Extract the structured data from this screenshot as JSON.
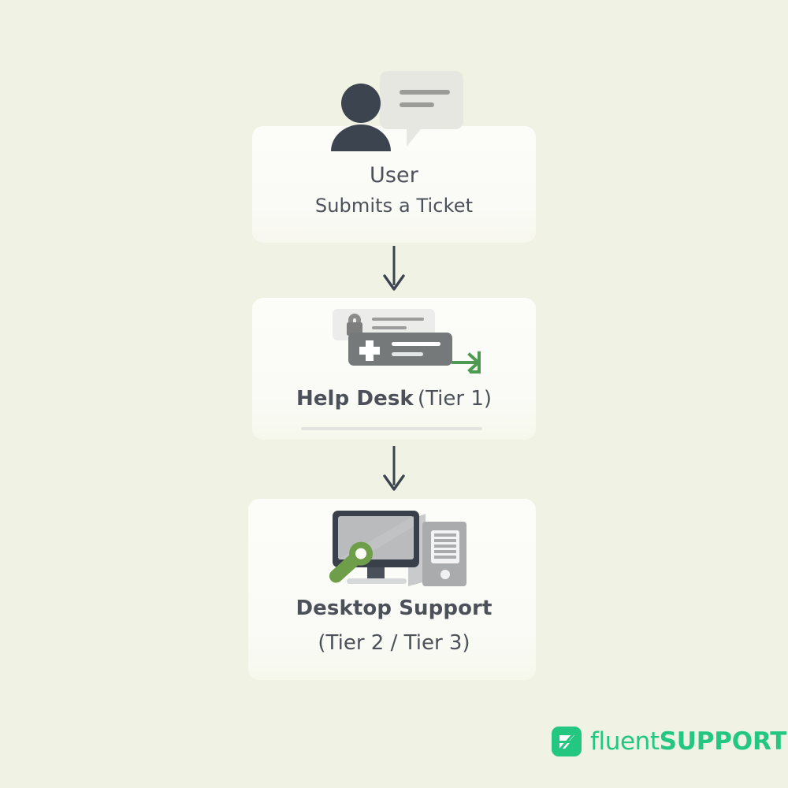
{
  "canvas": {
    "background_color": "#f0f3e4",
    "card_color": "#fbfbf8",
    "text_color": "#4b5059",
    "accent_green": "#23c77f",
    "icon_dark": "#3c4450"
  },
  "flow": {
    "steps": [
      {
        "id": "user",
        "icon": "user-speech-bubble-icon",
        "title": "User",
        "subtitle": "Submits a Ticket"
      },
      {
        "id": "help-desk",
        "icon": "ticket-queue-icon",
        "title": "Help Desk",
        "tier": "(Tier 1)"
      },
      {
        "id": "desktop-support",
        "icon": "desktop-computer-wrench-icon",
        "title": "Desktop Support",
        "tier": "(Tier 2 / Tier 3)"
      }
    ],
    "connectors": [
      {
        "id": "connector-1",
        "icon": "arrow-down-icon"
      },
      {
        "id": "connector-2",
        "icon": "arrow-down-icon"
      }
    ]
  },
  "logo": {
    "mark": "fluent-support-logo-mark",
    "name_light": "fluent",
    "name_bold": "SUPPORT",
    "color": "#23c77f"
  }
}
